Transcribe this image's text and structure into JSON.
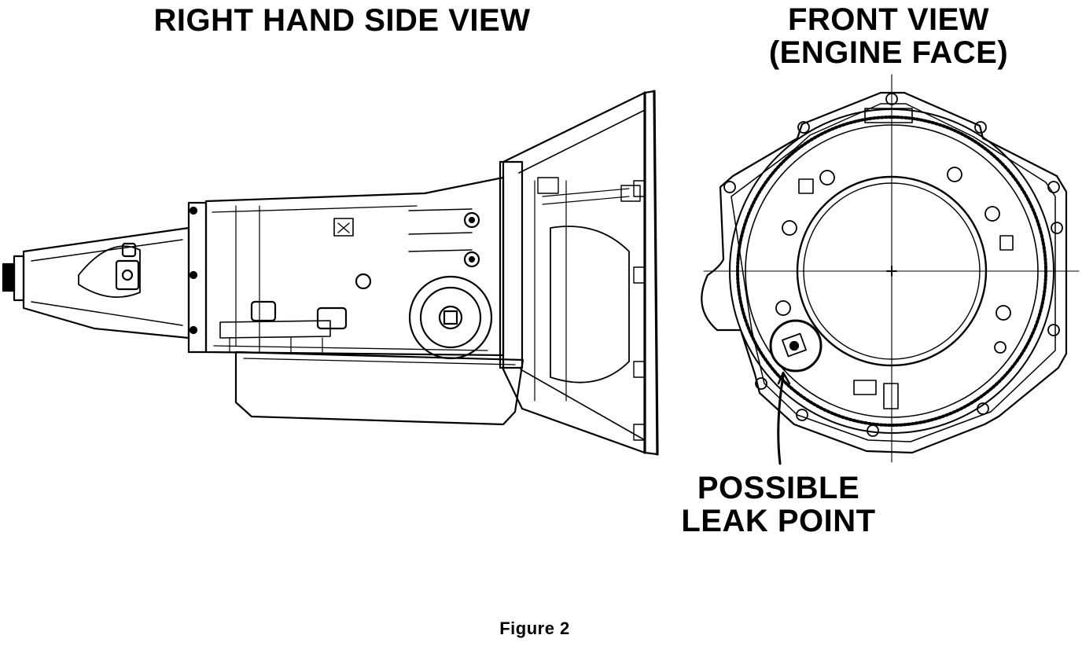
{
  "side_view": {
    "title": "RIGHT HAND SIDE VIEW"
  },
  "front_view": {
    "title_line1": "FRONT VIEW",
    "title_line2": "(ENGINE FACE)"
  },
  "callout": {
    "line1": "POSSIBLE",
    "line2": "LEAK POINT"
  },
  "caption": "Figure 2",
  "ink_color": "#000000"
}
